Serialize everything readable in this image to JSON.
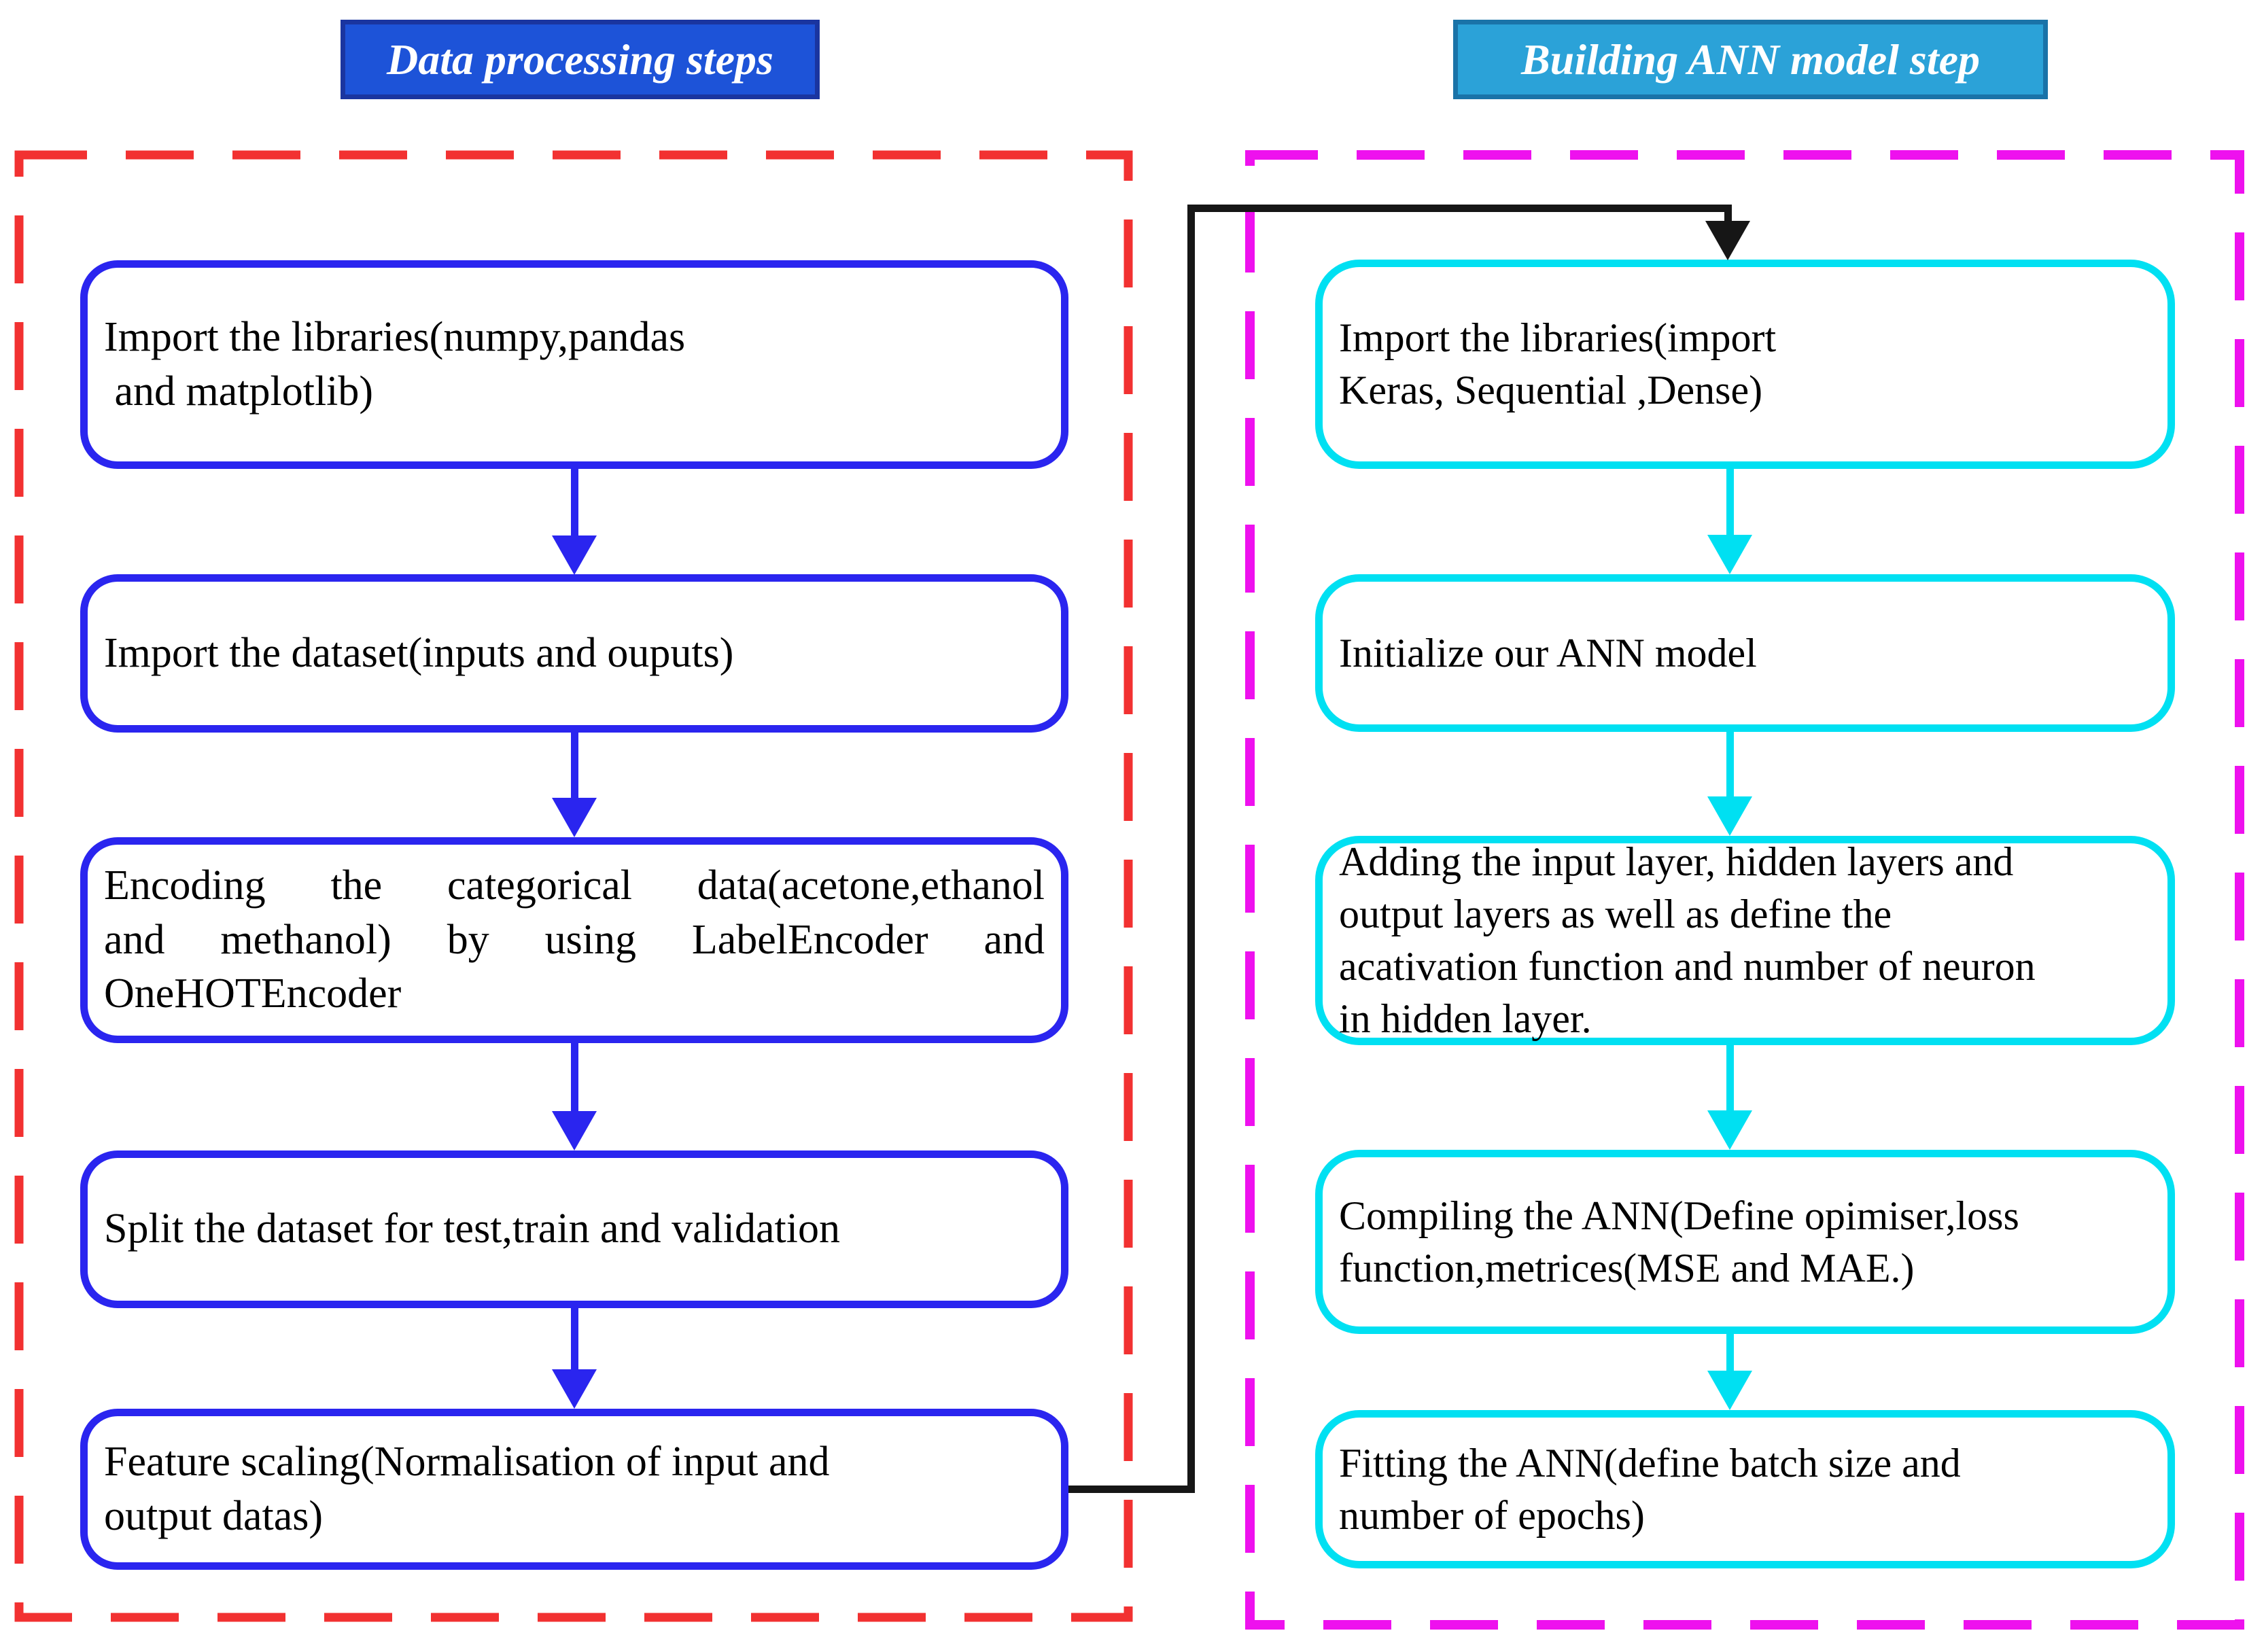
{
  "columns": {
    "left": {
      "header": "Data processing steps",
      "steps": [
        "Import the libraries(numpy,pandas\n and matplotlib)",
        "Import the dataset(inputs and ouputs)",
        "Encoding the categorical data(acetone,ethanol\nand methanol) by using LabelEncoder and\nOneHOTEncoder",
        "Split the dataset for test,train and validation",
        "Feature scaling(Normalisation of input and\noutput datas)"
      ]
    },
    "right": {
      "header": "Building ANN model step",
      "steps": [
        "Import the libraries(import\nKeras, Sequential ,Dense)",
        "Initialize our ANN model",
        "Adding the input layer, hidden layers and\noutput layers as well as define the\nacativation function and number of neuron\nin hidden layer.",
        "Compiling the ANN(Define opimiser,loss\nfunction,metrices(MSE and MAE.)",
        "Fitting the ANN(define batch size and\nnumber of epochs)"
      ]
    }
  },
  "colors": {
    "left_header_bg": "#1d53d8",
    "left_header_border": "#1a35a0",
    "right_header_bg": "#2ba2d8",
    "right_header_border": "#1a73a8",
    "left_box_border": "#2a25ef",
    "right_box_border": "#00e0f2",
    "left_container_dash": "#f23131",
    "right_container_dash": "#ee11ee",
    "connector": "#161616",
    "header_text": "#ffffff",
    "body_text": "#000000"
  }
}
